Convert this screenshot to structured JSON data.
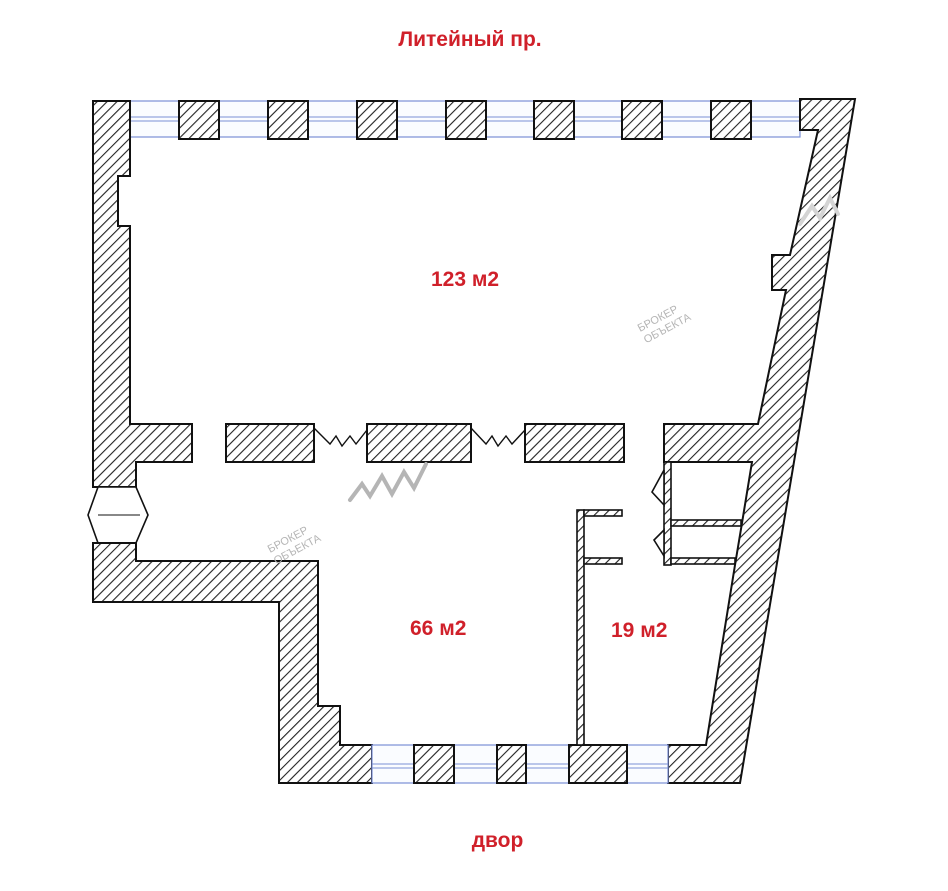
{
  "labels": {
    "street_top": "Литейный пр.",
    "street_bottom": "двор",
    "room_large": "123 м2",
    "room_medium": "66 м2",
    "room_small": "19 м2"
  },
  "watermark": {
    "line1": "БРОКЕР",
    "line2": "ОБЪЕКТА"
  },
  "colors": {
    "label_red": "#d0202a",
    "wall_stroke": "#111111",
    "window_blue": "#7a8fd6",
    "watermark_gray": "#b5b5b5"
  }
}
